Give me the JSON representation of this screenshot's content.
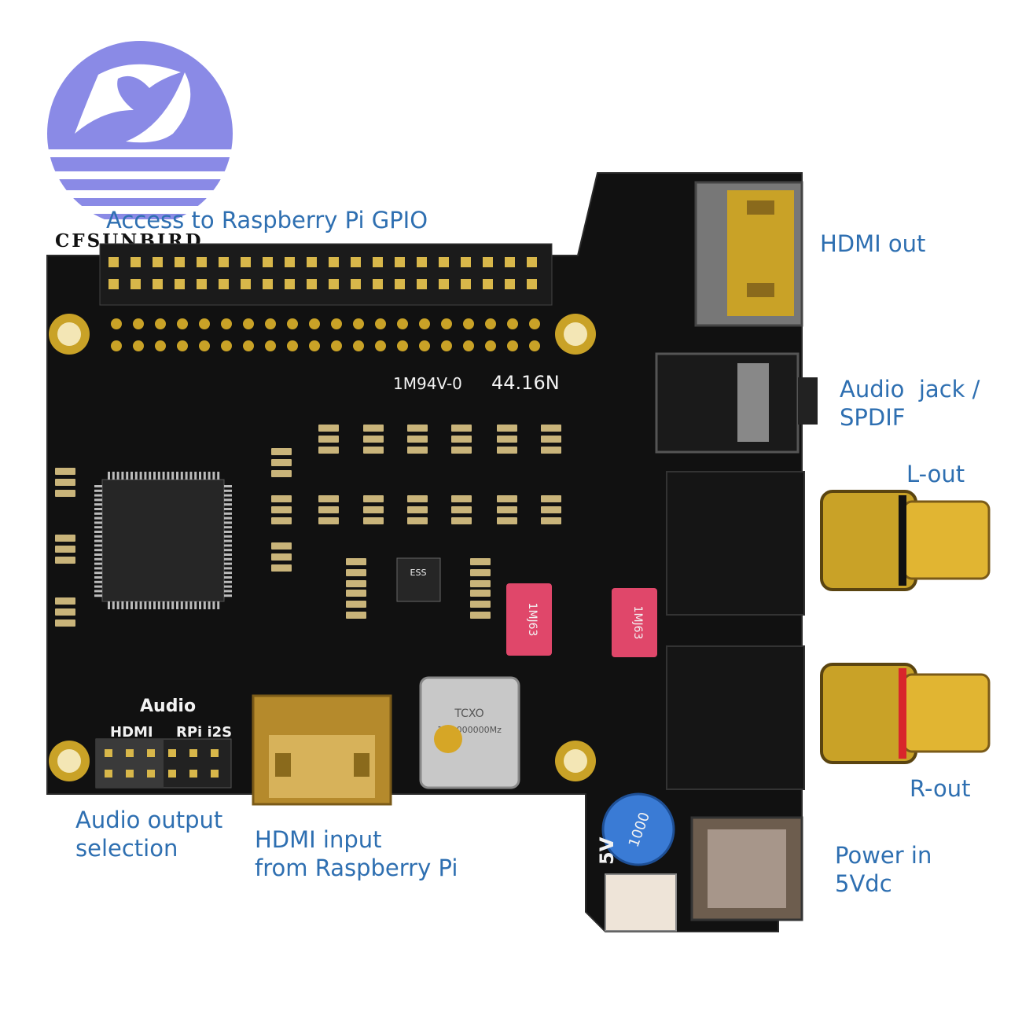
{
  "logo": {
    "brand_text": "CFSUNBIRD",
    "logo_color": "#8a8ae6"
  },
  "labels": {
    "gpio": "Access to Raspberry Pi GPIO",
    "hdmi_out": "HDMI out",
    "audio_jack": "Audio  jack /\nSPDIF",
    "l_out": "L-out",
    "r_out": "R-out",
    "power_in": "Power in\n5Vdc",
    "audio_output_selection": "Audio output\nselection",
    "hdmi_input": "HDMI input\nfrom Raspberry Pi"
  },
  "board_silkscreen": {
    "marking": "1M94V-0",
    "date_code": "44.16N",
    "audio": "Audio",
    "hdmi": "HDMI",
    "rpi_i2s": "RPi i2S",
    "five_v": "5V",
    "capacitor_1": "1MJ63",
    "capacitor_2": "1MJ63",
    "tcxo_line1": "TCXO",
    "tcxo_line2": "100.000000Mz",
    "chip_logo": "ESS",
    "electrolytic_cap": "1000"
  },
  "colors": {
    "label_blue": "#2e6fb1",
    "board": "#111111",
    "gold": "#c9a227",
    "red_cap": "#e0476a"
  }
}
